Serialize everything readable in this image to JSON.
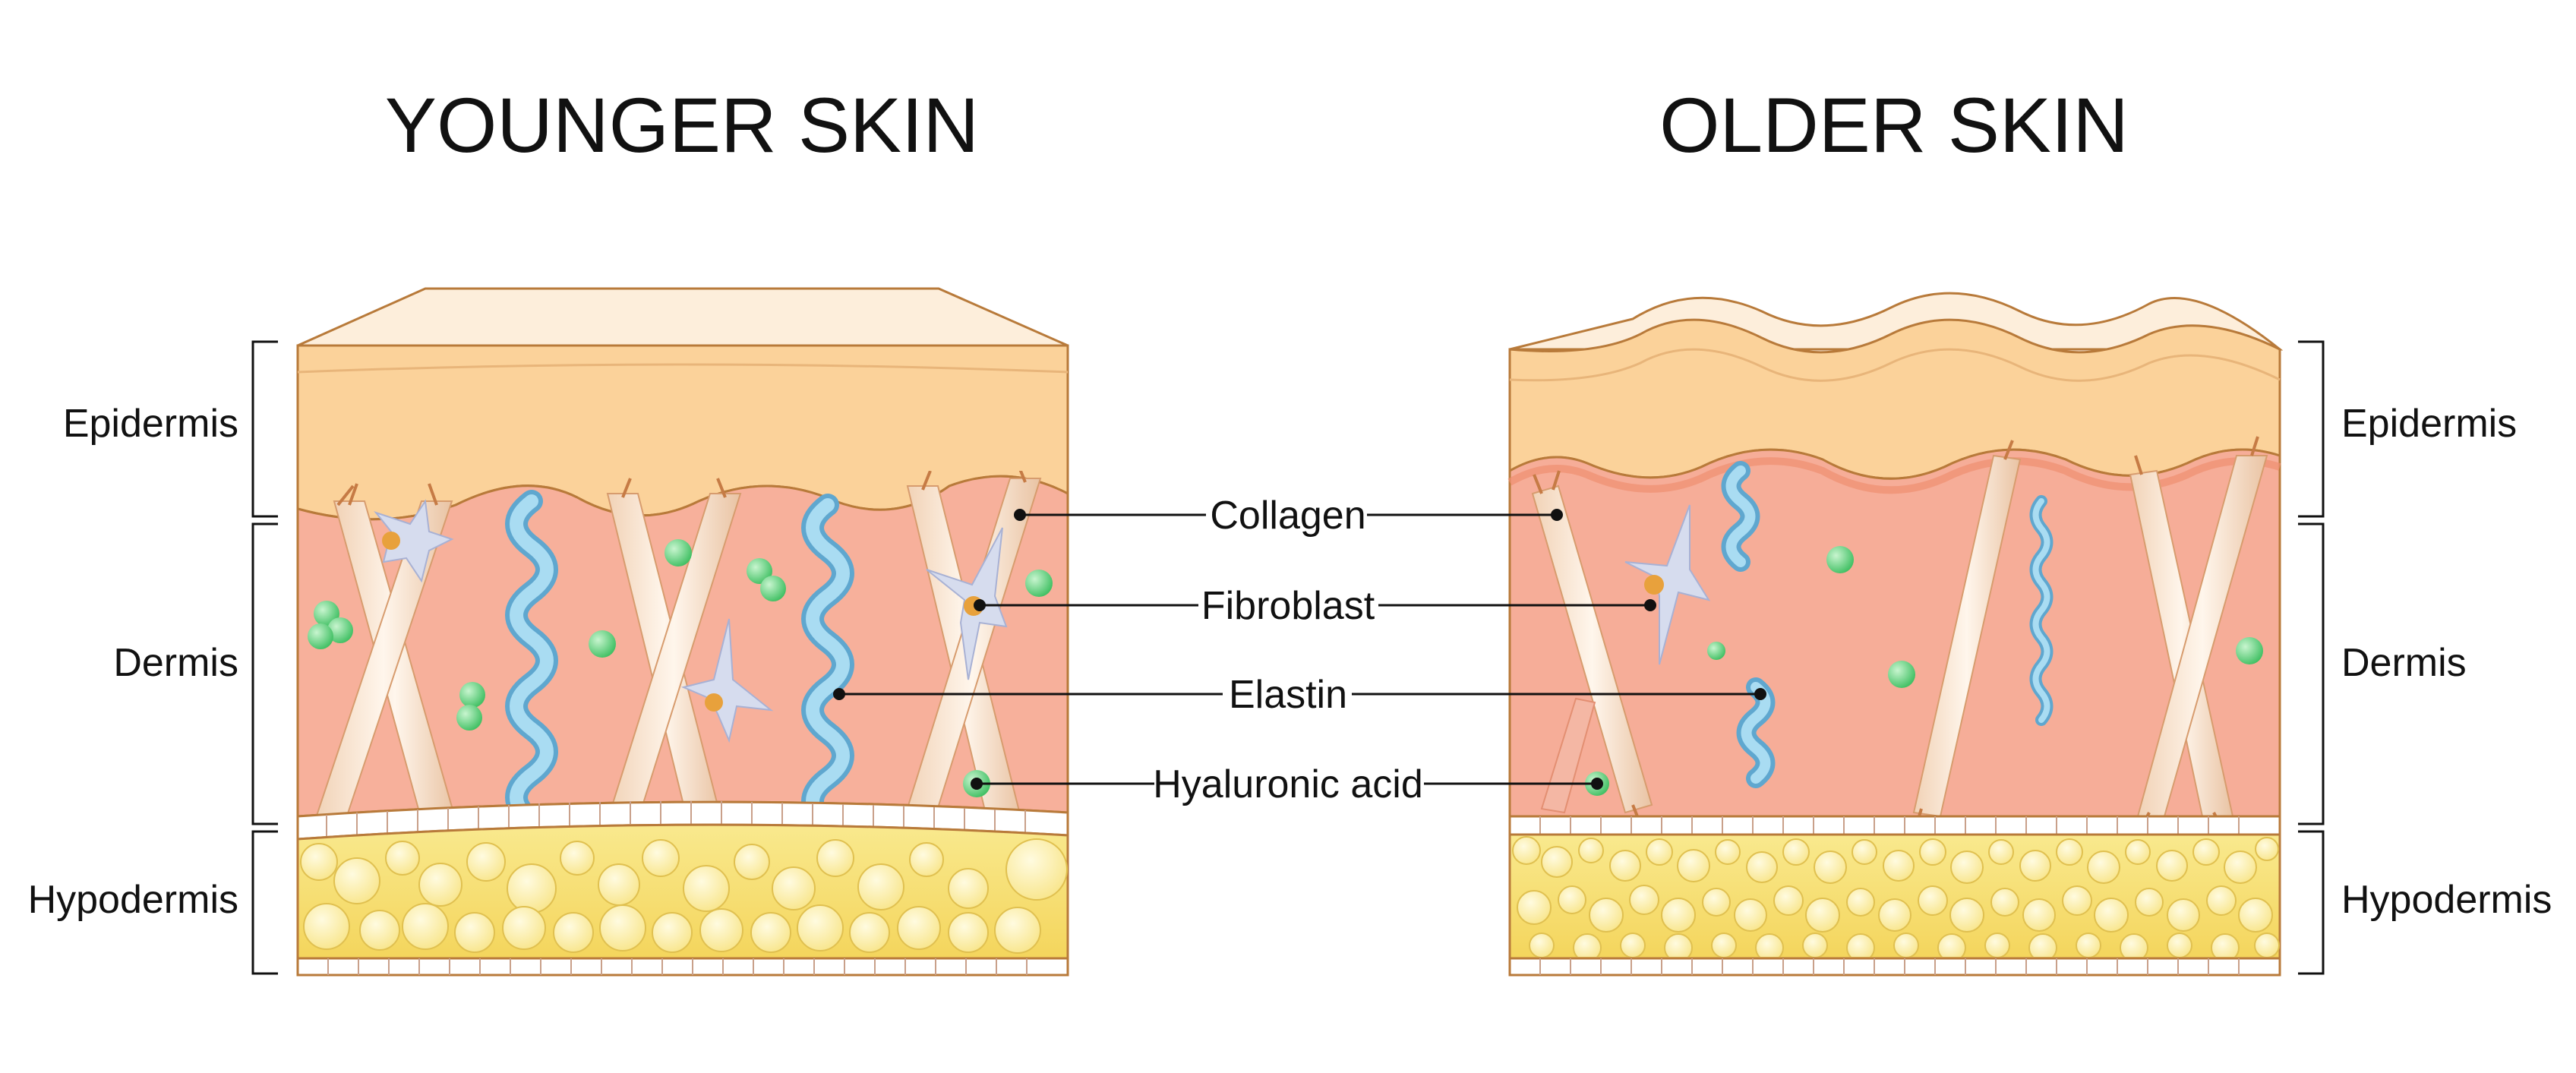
{
  "titles": {
    "younger": "YOUNGER SKIN",
    "older": "OLDER SKIN"
  },
  "layers": {
    "epidermis": "Epidermis",
    "dermis": "Dermis",
    "hypodermis": "Hypodermis"
  },
  "components": {
    "collagen": "Collagen",
    "fibroblast": "Fibroblast",
    "elastin": "Elastin",
    "hyaluronic_acid": "Hyaluronic acid"
  },
  "colors": {
    "epidermis_top": "#fdeedb",
    "epidermis": "#fbd29a",
    "dermis": "#f7b09b",
    "dermis_older": "#f6ad98",
    "membrane": "#f08f70",
    "hypodermis": "#f7e27a",
    "fat_cell": "#fdf0a8",
    "elastin": "#8fcbe8",
    "hyaluronic_acid": "#5fd17a",
    "fibroblast": "#d6dcee",
    "nucleus": "#e8a13c"
  }
}
